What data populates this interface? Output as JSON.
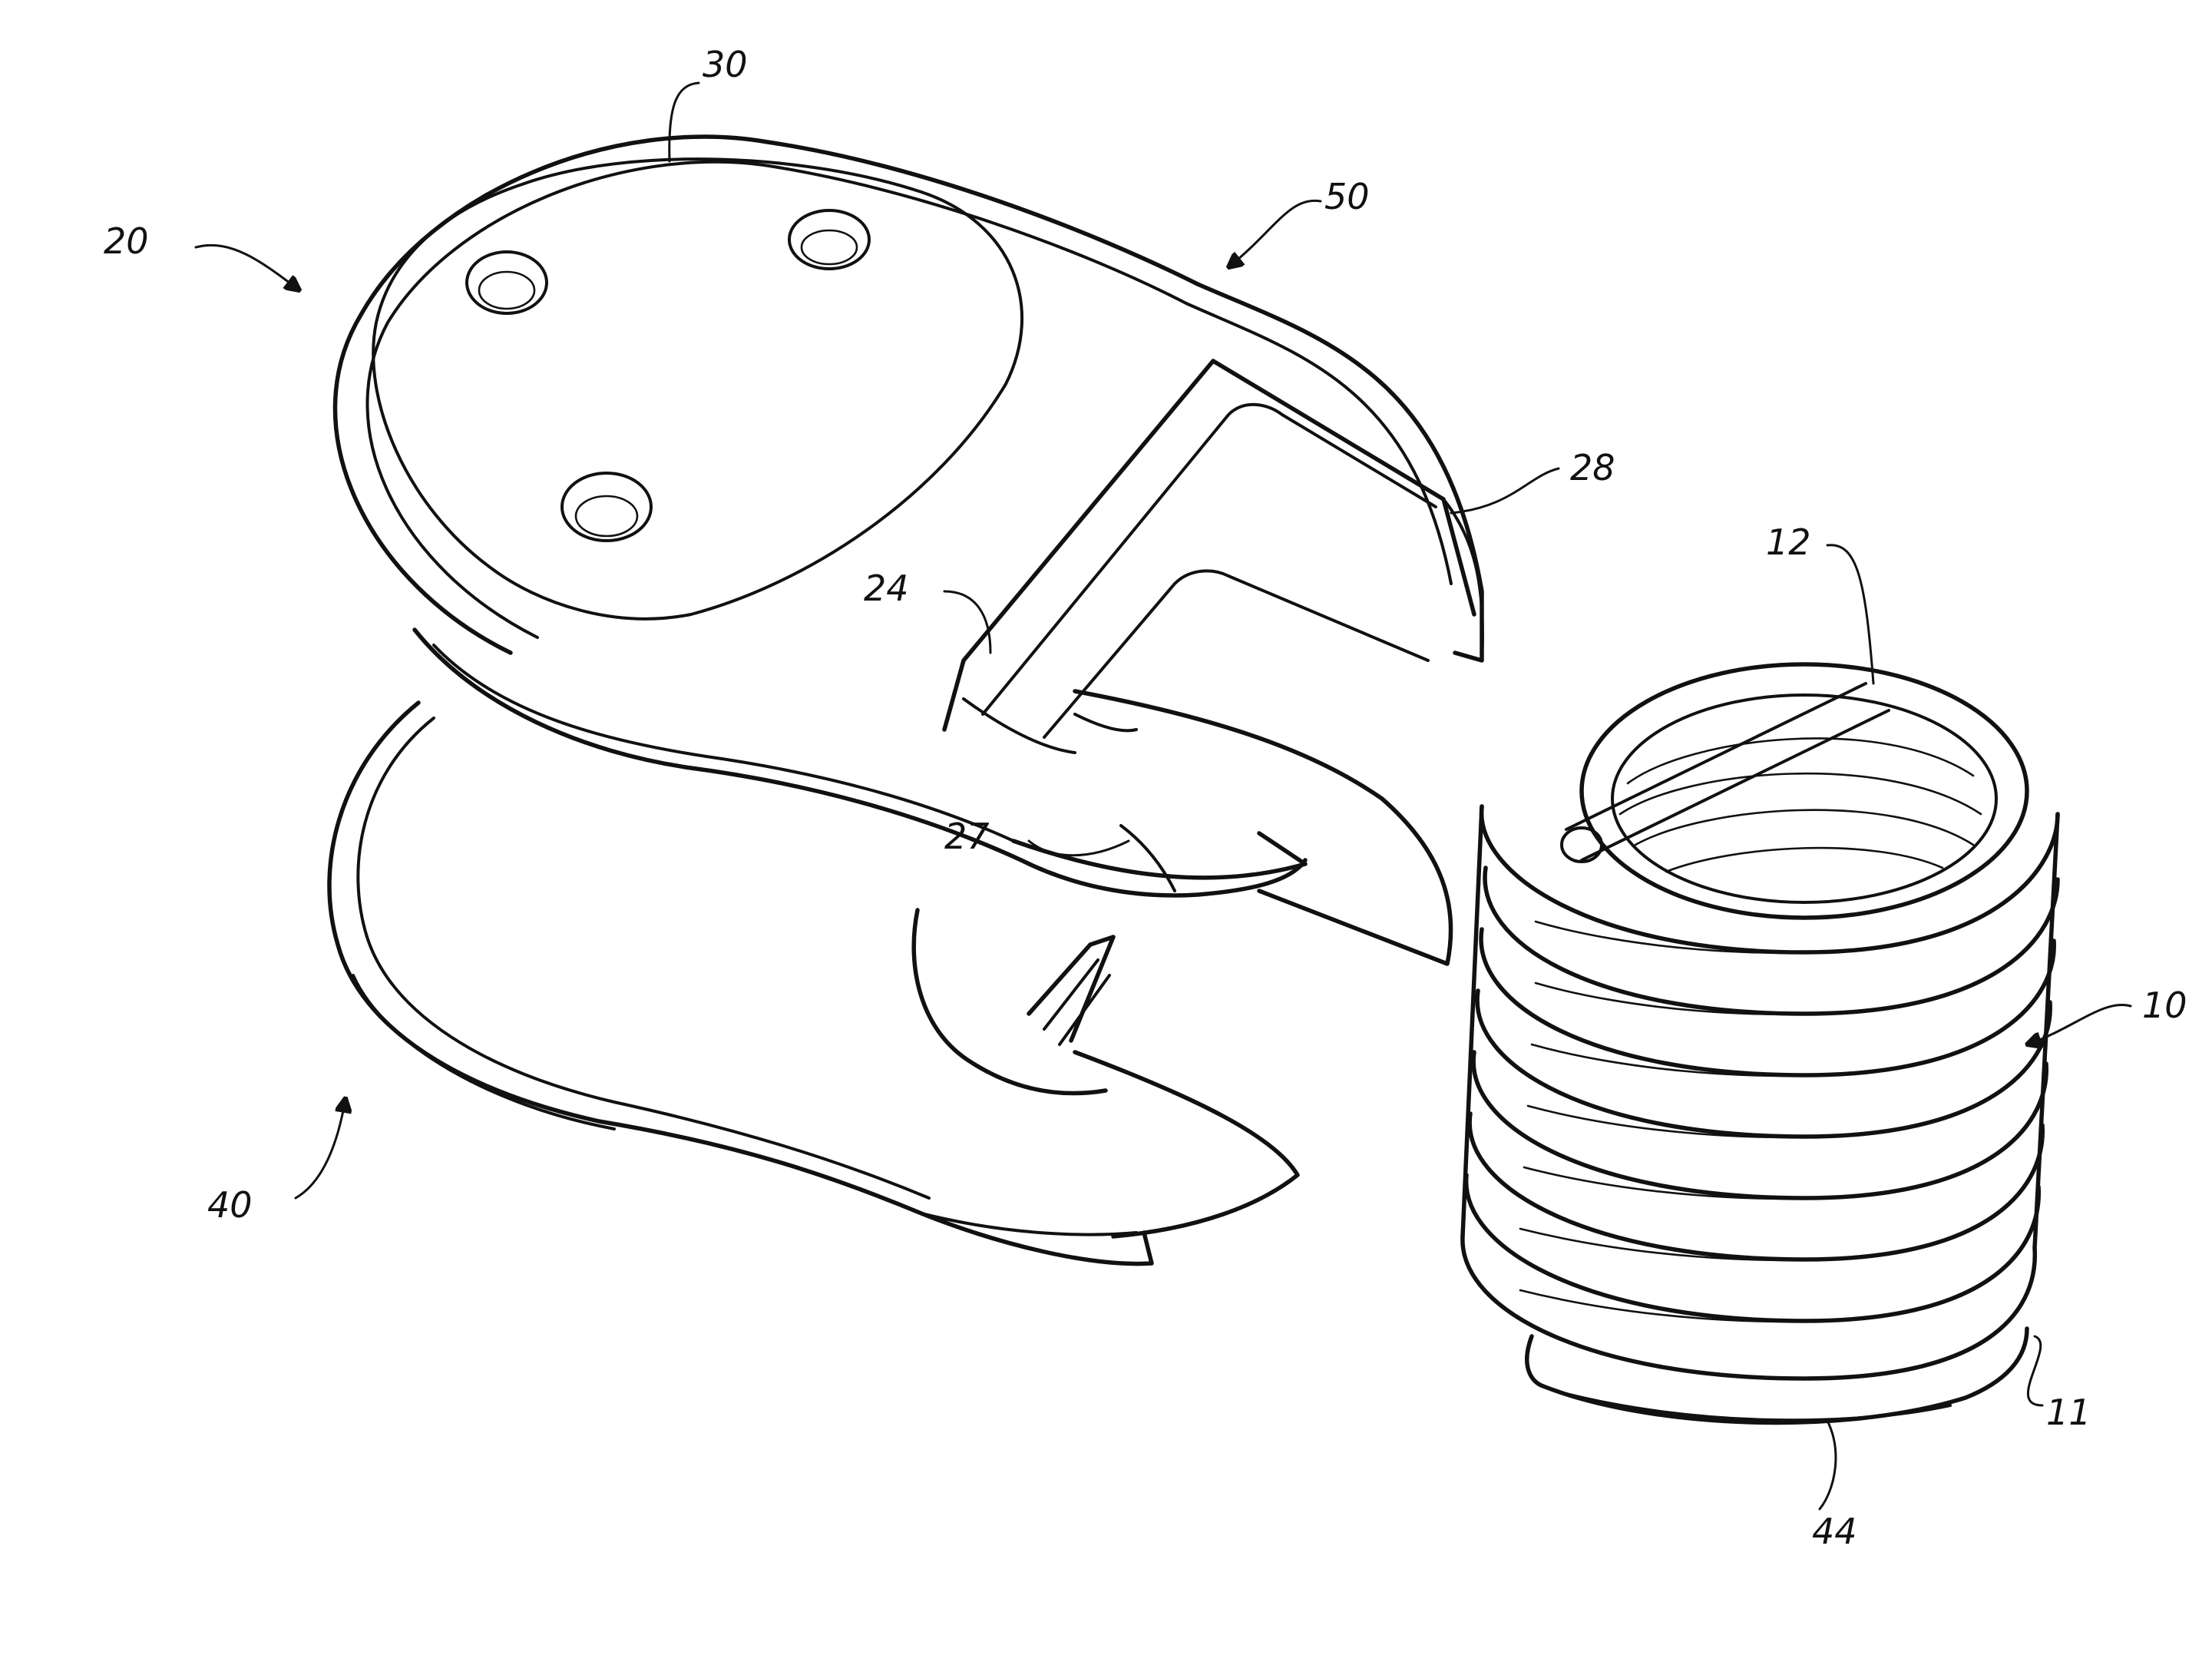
{
  "figure": {
    "labels": {
      "insert": "10",
      "tang_end": "11",
      "tang": "12",
      "tool": "20",
      "slot": "24",
      "edge": "27",
      "jaw": "28",
      "plate_top": "30",
      "plate_bottom": "40",
      "thread": "44",
      "body": "50"
    },
    "colors": {
      "line": "#111111",
      "background": "#ffffff"
    }
  }
}
